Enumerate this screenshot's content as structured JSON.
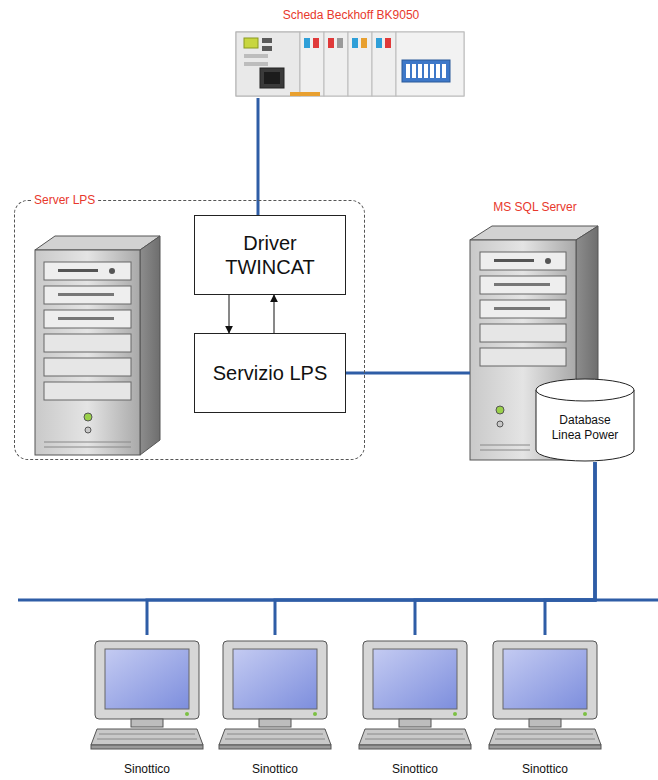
{
  "diagram": {
    "nodes": [
      {
        "text": [
          "Scheda Beckhoff BK9050"
        ]
      },
      {
        "text": [
          "Server LPS"
        ]
      },
      {
        "text": [
          "Driver TWINCAT"
        ],
        "in": 1
      },
      {
        "text": [
          "Servizio LPS"
        ],
        "in": 1
      },
      {
        "text": [
          "MS SQL Server"
        ]
      },
      {
        "text": [
          "Database Linea Power"
        ],
        "in": 4
      },
      {
        "text": [
          "Sinottico"
        ]
      },
      {
        "text": [
          "Sinottico"
        ]
      },
      {
        "text": [
          "Sinottico"
        ]
      },
      {
        "text": [
          "Sinottico"
        ]
      }
    ],
    "edges": [
      {
        "from": 0,
        "to": 2,
        "arrow": "none"
      },
      {
        "from": 2,
        "to": 3,
        "arrow": "to"
      },
      {
        "from": 3,
        "to": 2,
        "arrow": "to"
      },
      {
        "from": 3,
        "to": 4,
        "arrow": "none"
      },
      {
        "from": 5,
        "to": 6,
        "arrow": "none"
      },
      {
        "from": 5,
        "to": 7,
        "arrow": "none"
      },
      {
        "from": 5,
        "to": 8,
        "arrow": "none"
      },
      {
        "from": 5,
        "to": 9,
        "arrow": "none"
      }
    ]
  }
}
